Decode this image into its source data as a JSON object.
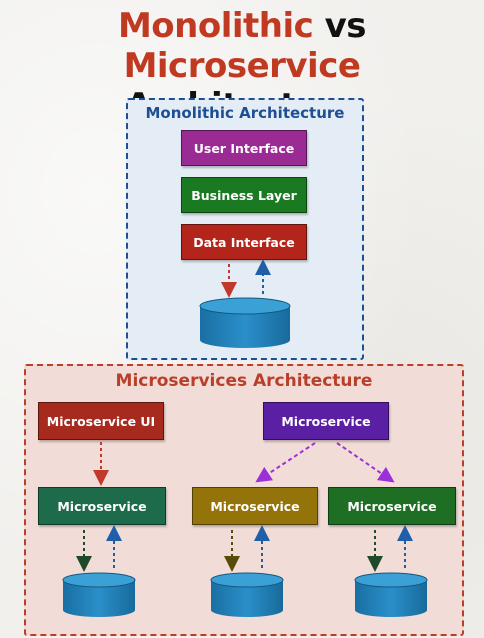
{
  "title": {
    "part1": "Monolithic",
    "vs": "vs",
    "part2": "Microservice",
    "line2": "Architecture"
  },
  "monolithic": {
    "label": "Monolithic Architecture",
    "layers": [
      "User Interface",
      "Business Layer",
      "Data Interface"
    ]
  },
  "microservices": {
    "label": "Microservices Architecture",
    "ui_service": "Microservice UI",
    "top_service": "Microservice",
    "services": [
      "Microservice",
      "Microservice",
      "Microservice"
    ]
  },
  "colors": {
    "title_red": "#c03a22",
    "mono_border": "#1f4f93",
    "ms_border": "#b8402b",
    "user_interface": "#9b2b94",
    "business_layer": "#1a7a22",
    "data_interface": "#b3251a",
    "microservice_ui": "#a62a1d",
    "microservice_purple": "#5a1fa3",
    "microservice_teal": "#1d6b4b",
    "microservice_olive": "#94740a",
    "microservice_green": "#1e6e23",
    "database": "#1f7fb6"
  }
}
